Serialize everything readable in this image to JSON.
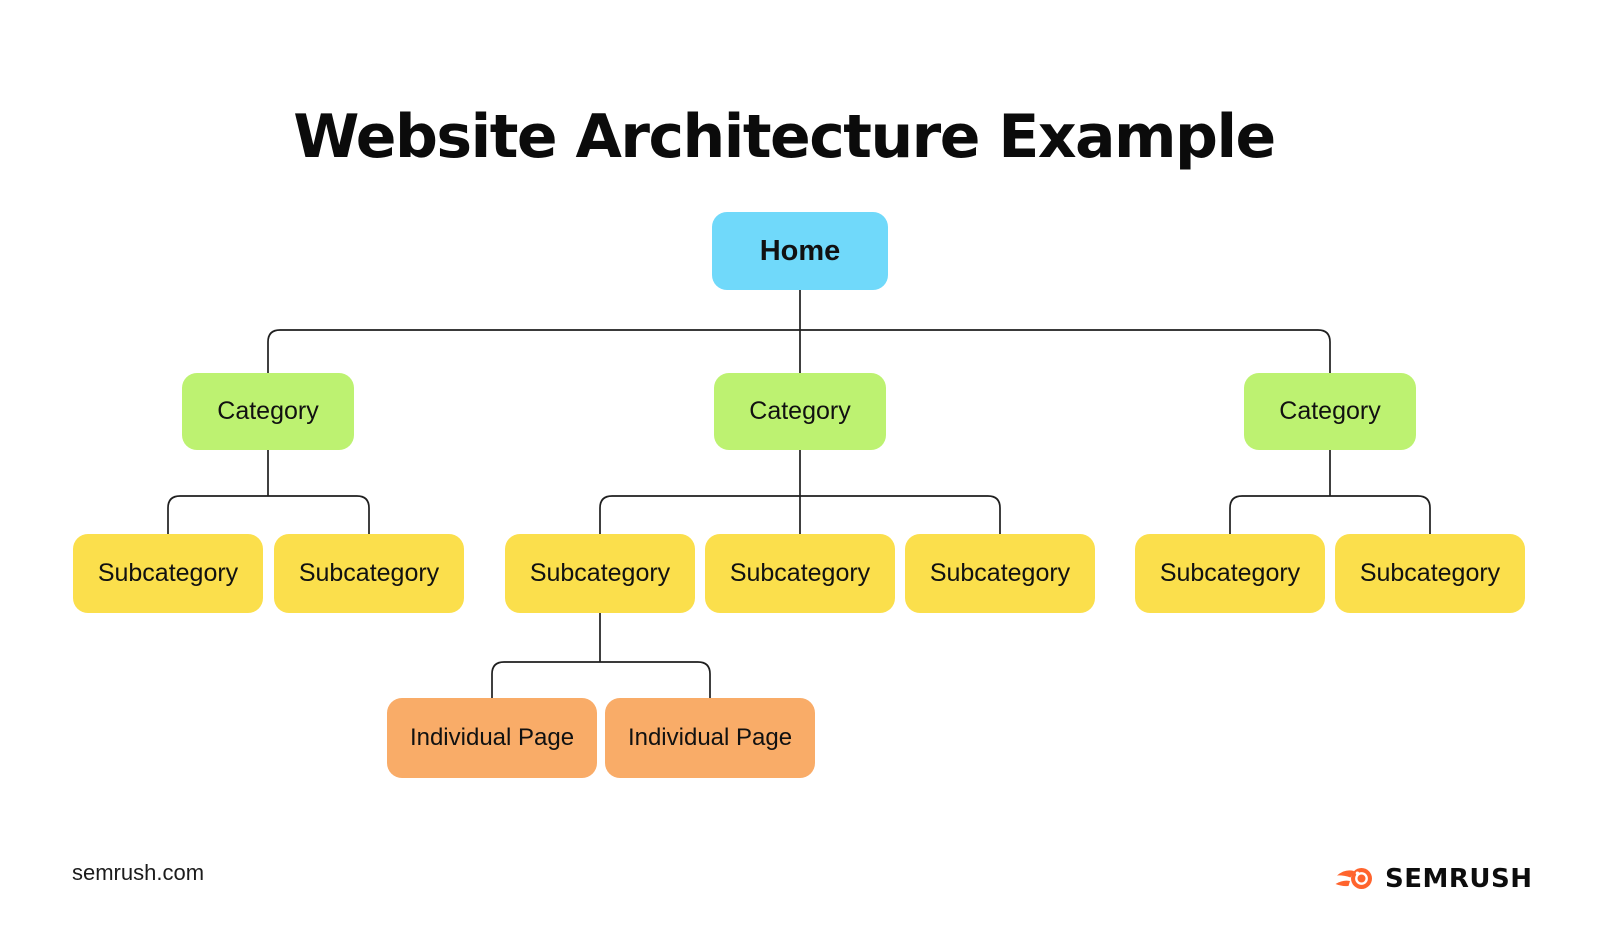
{
  "title": "Website Architecture Example",
  "colors": {
    "home": "#70D9FA",
    "category": "#BDF271",
    "subcategory": "#FBDF4C",
    "page": "#F9AC68",
    "line": "#1f1f1f",
    "brand_orange": "#FF642D"
  },
  "nodes": {
    "home": {
      "label": "Home"
    },
    "categories": [
      {
        "label": "Category"
      },
      {
        "label": "Category"
      },
      {
        "label": "Category"
      }
    ],
    "subcategories": [
      {
        "label": "Subcategory"
      },
      {
        "label": "Subcategory"
      },
      {
        "label": "Subcategory"
      },
      {
        "label": "Subcategory"
      },
      {
        "label": "Subcategory"
      },
      {
        "label": "Subcategory"
      },
      {
        "label": "Subcategory"
      }
    ],
    "pages": [
      {
        "label": "Individual Page"
      },
      {
        "label": "Individual Page"
      }
    ]
  },
  "footer": {
    "site": "semrush.com",
    "brand": "SEMRUSH"
  }
}
